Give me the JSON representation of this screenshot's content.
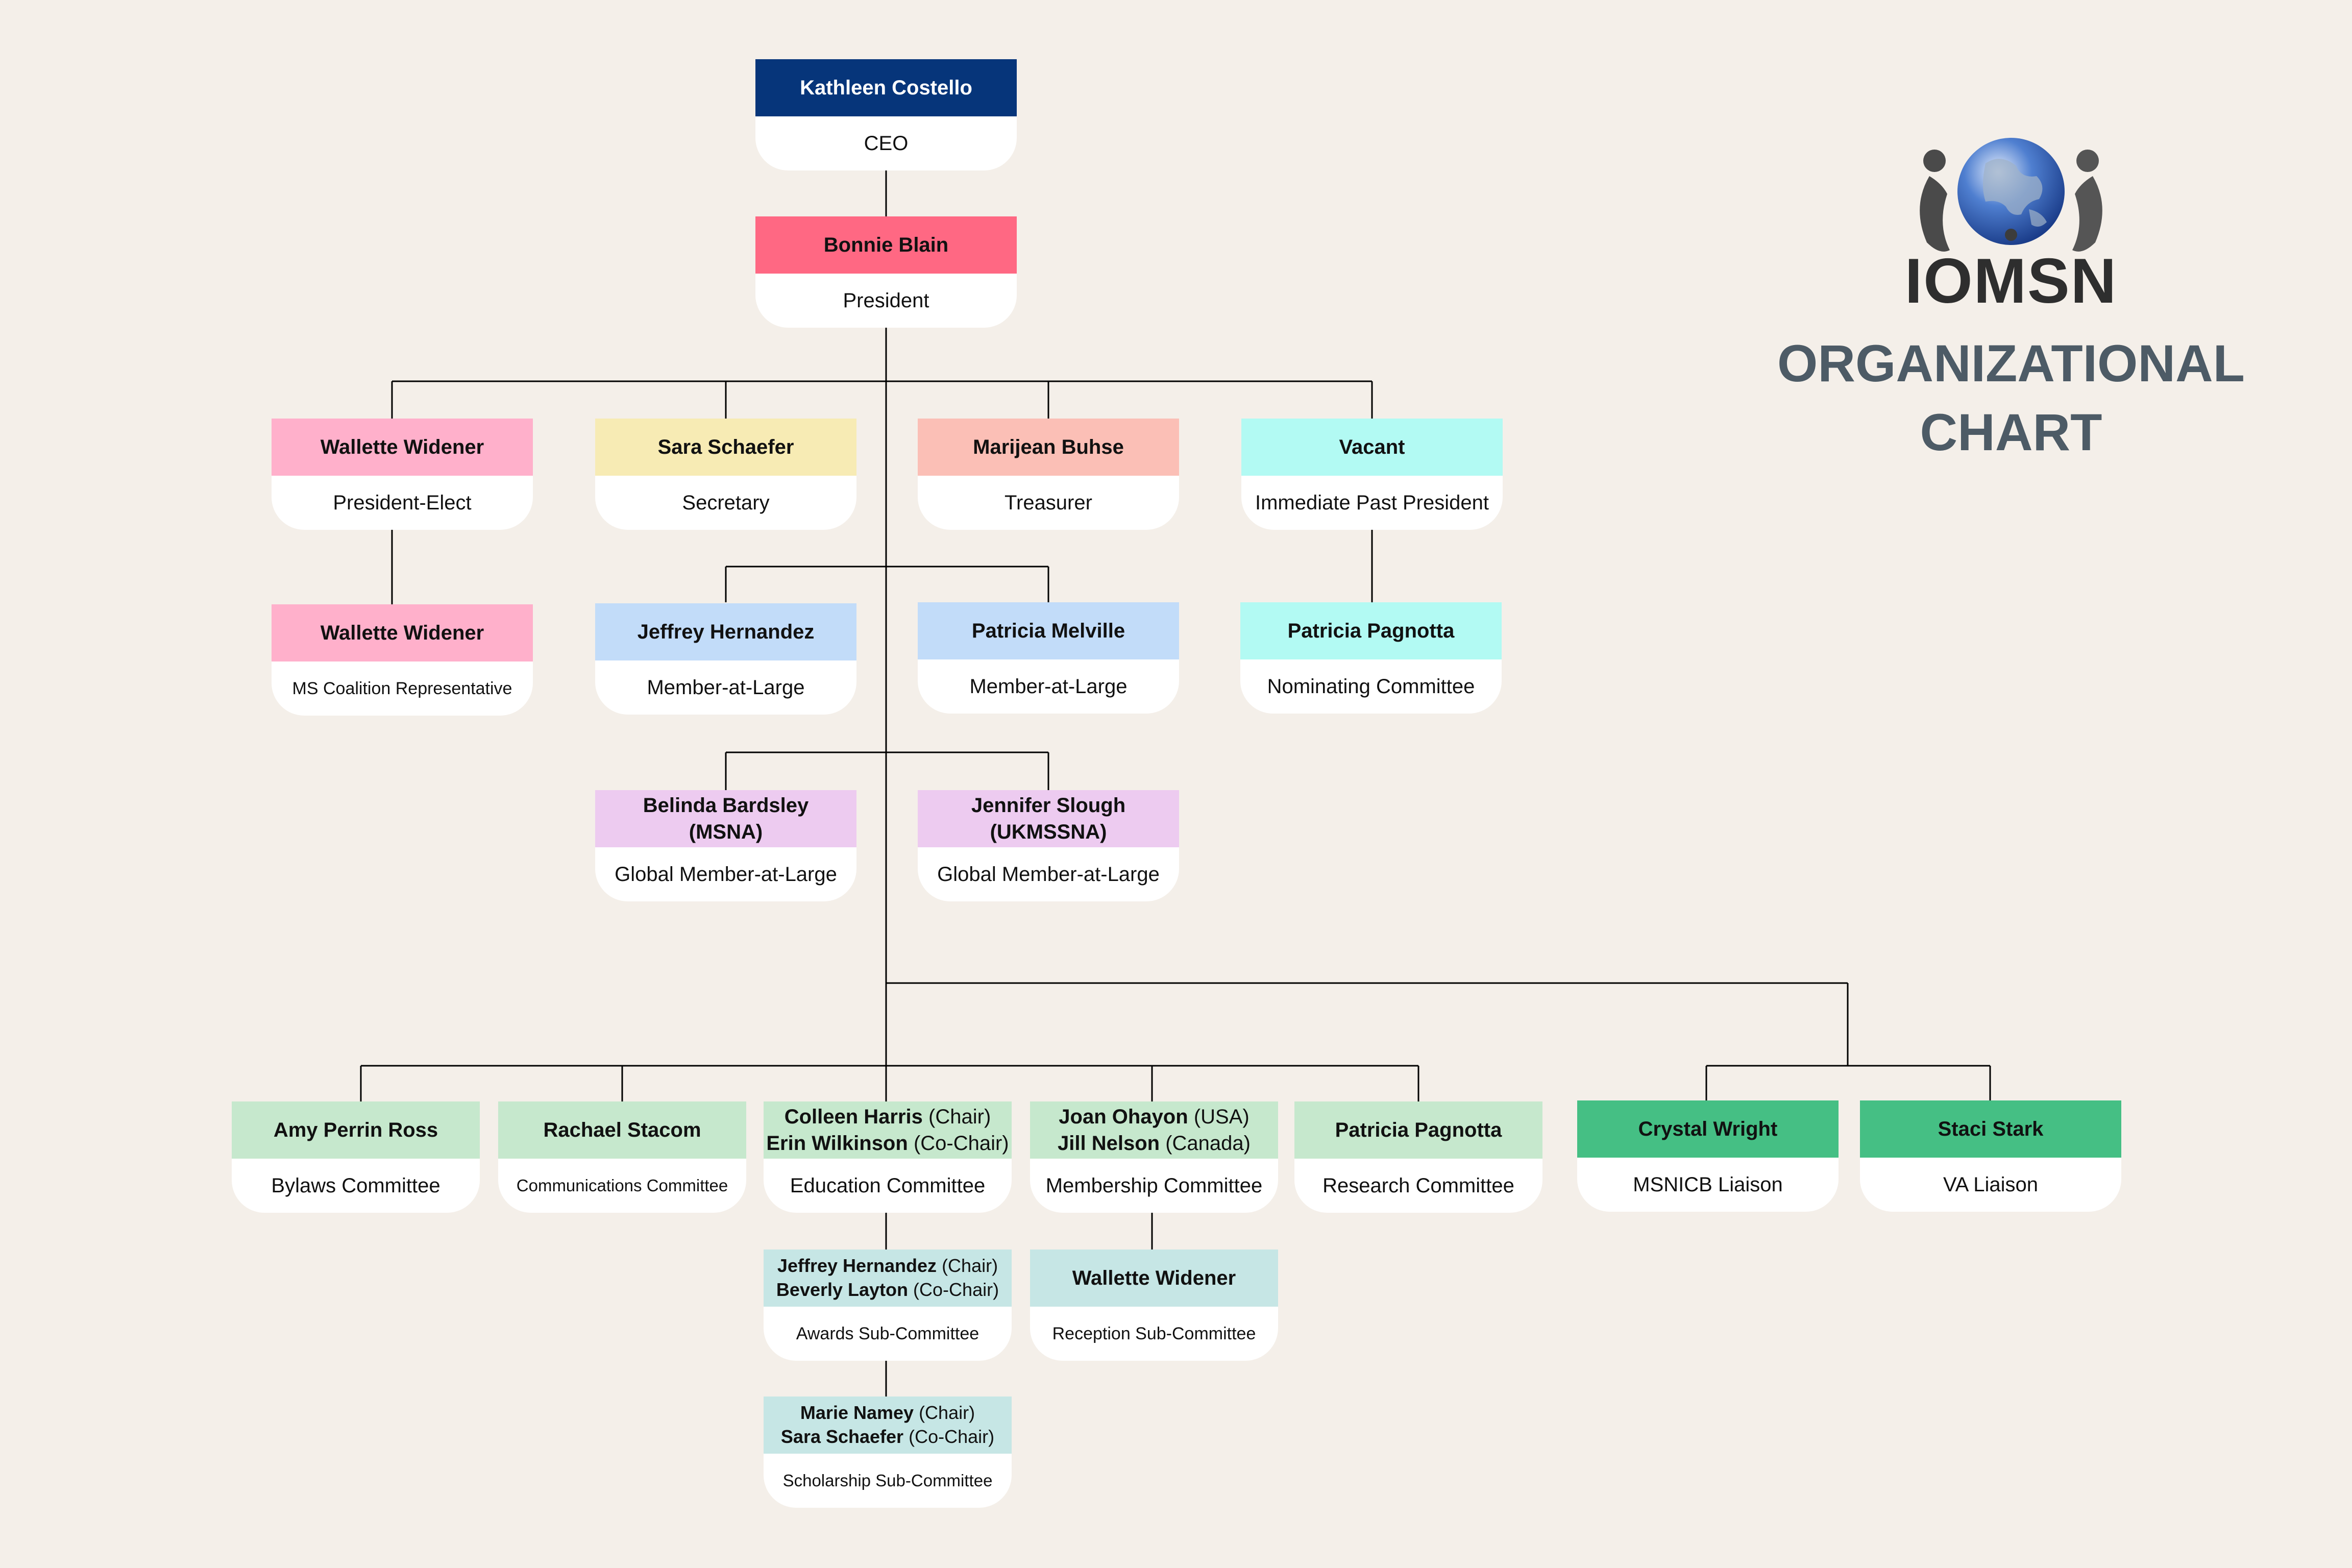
{
  "brand": {
    "name": "IOMSN",
    "title_line1": "ORGANIZATIONAL",
    "title_line2": "CHART"
  },
  "icons": {
    "logo": "globe-with-people-logo"
  },
  "colors": {
    "background": "#f4efe9",
    "ceo": "#06357a",
    "president": "#ff6883",
    "president_elect": "#ffb0cb",
    "secretary": "#f7ebb4",
    "treasurer": "#fbbfb6",
    "past_president": "#b2faf3",
    "member_at_large": "#c2dcf9",
    "global_member": "#edcbf0",
    "committee": "#c6e8cd",
    "liaison": "#45bf84",
    "sub_committee": "#c6e6e5",
    "connector": "#000000",
    "title_text": "#4d5b66"
  },
  "nodes": {
    "ceo": {
      "name": "Kathleen Costello",
      "role": "CEO"
    },
    "president": {
      "name": "Bonnie Blain",
      "role": "President"
    },
    "president_elect": {
      "name": "Wallette Widener",
      "role": "President-Elect"
    },
    "secretary": {
      "name": "Sara Schaefer",
      "role": "Secretary"
    },
    "treasurer": {
      "name": "Marijean Buhse",
      "role": "Treasurer"
    },
    "past_president": {
      "name": "Vacant",
      "role": "Immediate Past President"
    },
    "ms_coalition": {
      "name": "Wallette Widener",
      "role": "MS Coalition Representative"
    },
    "member_large_1": {
      "name": "Jeffrey Hernandez",
      "role": "Member-at-Large"
    },
    "member_large_2": {
      "name": "Patricia Melville",
      "role": "Member-at-Large"
    },
    "nominating": {
      "name": "Patricia Pagnotta",
      "role": "Nominating Committee"
    },
    "global_1": {
      "name_line1": "Belinda Bardsley",
      "name_line2": "(MSNA)",
      "role": "Global Member-at-Large"
    },
    "global_2": {
      "name_line1": "Jennifer Slough",
      "name_line2": "(UKMSSNA)",
      "role": "Global Member-at-Large"
    },
    "bylaws": {
      "name": "Amy Perrin Ross",
      "role": "Bylaws Committee"
    },
    "communications": {
      "name": "Rachael Stacom",
      "role": "Communications Committee"
    },
    "education": {
      "name_line1": "Colleen Harris",
      "tag_line1": "(Chair)",
      "name_line2": "Erin Wilkinson",
      "tag_line2": "(Co-Chair)",
      "role": "Education Committee"
    },
    "membership": {
      "name_line1": "Joan Ohayon",
      "tag_line1": "(USA)",
      "name_line2": "Jill Nelson",
      "tag_line2": "(Canada)",
      "role": "Membership Committee"
    },
    "research": {
      "name": "Patricia Pagnotta",
      "role": "Research Committee"
    },
    "msnicb": {
      "name": "Crystal Wright",
      "role": "MSNICB Liaison"
    },
    "va": {
      "name": "Staci Stark",
      "role": "VA Liaison"
    },
    "awards": {
      "name_line1": "Jeffrey Hernandez",
      "tag_line1": "(Chair)",
      "name_line2": "Beverly Layton",
      "tag_line2": "(Co-Chair)",
      "role": "Awards Sub-Committee"
    },
    "reception": {
      "name": "Wallette Widener",
      "role": "Reception Sub-Committee"
    },
    "scholarship": {
      "name_line1": "Marie Namey",
      "tag_line1": "(Chair)",
      "name_line2": "Sara Schaefer",
      "tag_line2": "(Co-Chair)",
      "role": "Scholarship Sub-Committee"
    }
  }
}
